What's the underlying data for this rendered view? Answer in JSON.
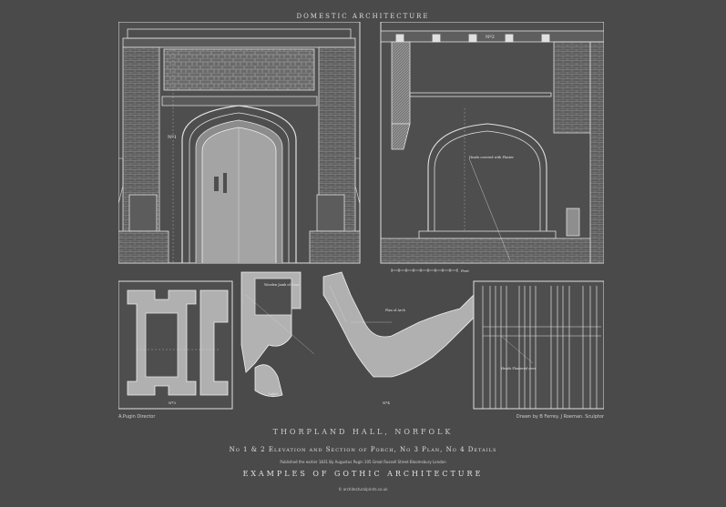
{
  "header": {
    "series": "DOMESTIC ARCHITECTURE"
  },
  "figure_labels": {
    "fig1": "Nº1",
    "fig2": "Nº2",
    "fig3": "Nº3",
    "fig4": "Nº4",
    "scale_feet": "Feet",
    "wooden_jamb": "Wooden Jamb of Door",
    "plan_of_arch": "Plan of Arch",
    "label": "Label",
    "heads_plaster": "Heads covered with Plaster",
    "heads_plastered": "Heads Plastered over"
  },
  "credits": {
    "left": "A.Pugin Director",
    "right": "Drawn by B Ferrey. J Roeman. Sculptor"
  },
  "captions": {
    "title": "THORPLAND HALL, NORFOLK",
    "subtitle": "No 1 & 2 Elevation and Section of Porch, No 3 Plan, No 4 Details",
    "publication": "Published the earlier 1831 By Augustus Pugin 105 Great Russell Street Bloomsbury London",
    "series_title": "EXAMPLES OF GOTHIC ARCHITECTURE",
    "website": "© architecturalprints.co.uk"
  }
}
